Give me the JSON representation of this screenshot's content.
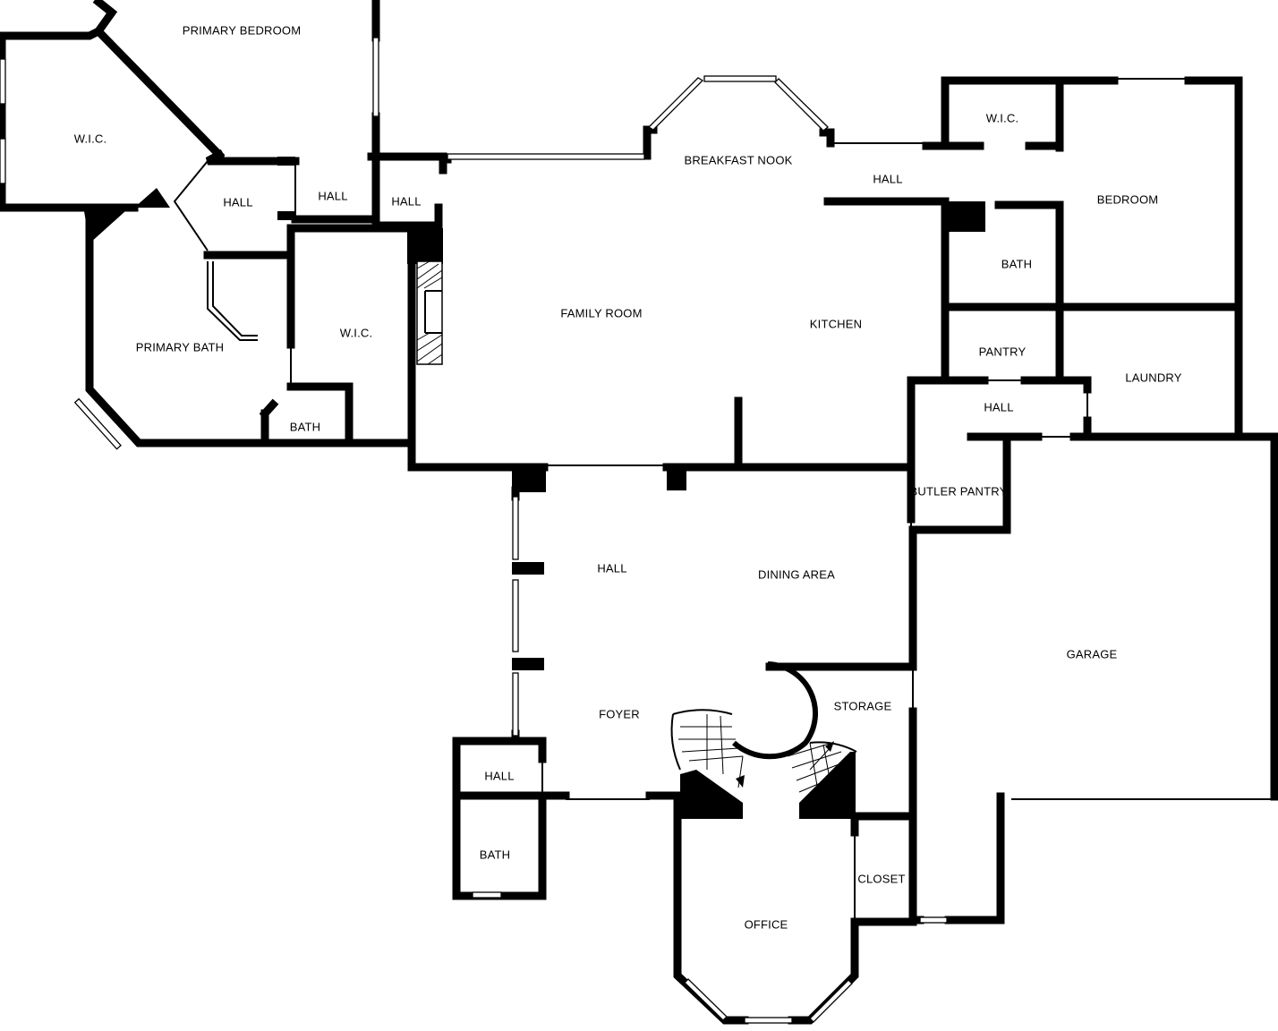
{
  "floorplan": {
    "rooms": [
      {
        "key": "primary_bedroom",
        "label": "PRIMARY BEDROOM"
      },
      {
        "key": "wic_1",
        "label": "W.I.C."
      },
      {
        "key": "hall_1",
        "label": "HALL"
      },
      {
        "key": "hall_2",
        "label": "HALL"
      },
      {
        "key": "hall_3",
        "label": "HALL"
      },
      {
        "key": "breakfast_nook",
        "label": "BREAKFAST NOOK"
      },
      {
        "key": "hall_4",
        "label": "HALL"
      },
      {
        "key": "wic_2",
        "label": "W.I.C."
      },
      {
        "key": "bedroom",
        "label": "BEDROOM"
      },
      {
        "key": "bath_1",
        "label": "BATH"
      },
      {
        "key": "primary_bath",
        "label": "PRIMARY BATH"
      },
      {
        "key": "wic_3",
        "label": "W.I.C."
      },
      {
        "key": "family_room",
        "label": "FAMILY ROOM"
      },
      {
        "key": "kitchen",
        "label": "KITCHEN"
      },
      {
        "key": "pantry",
        "label": "PANTRY"
      },
      {
        "key": "laundry",
        "label": "LAUNDRY"
      },
      {
        "key": "hall_5",
        "label": "HALL"
      },
      {
        "key": "bath_2",
        "label": "BATH"
      },
      {
        "key": "butler_pantry",
        "label": "BUTLER PANTRY"
      },
      {
        "key": "hall_6",
        "label": "HALL"
      },
      {
        "key": "dining_area",
        "label": "DINING AREA"
      },
      {
        "key": "garage",
        "label": "GARAGE"
      },
      {
        "key": "storage",
        "label": "STORAGE"
      },
      {
        "key": "foyer",
        "label": "FOYER"
      },
      {
        "key": "hall_7",
        "label": "HALL"
      },
      {
        "key": "bath_3",
        "label": "BATH"
      },
      {
        "key": "closet",
        "label": "CLOSET"
      },
      {
        "key": "office",
        "label": "OFFICE"
      }
    ],
    "colors": {
      "wall": "#000000",
      "background": "#ffffff"
    }
  }
}
